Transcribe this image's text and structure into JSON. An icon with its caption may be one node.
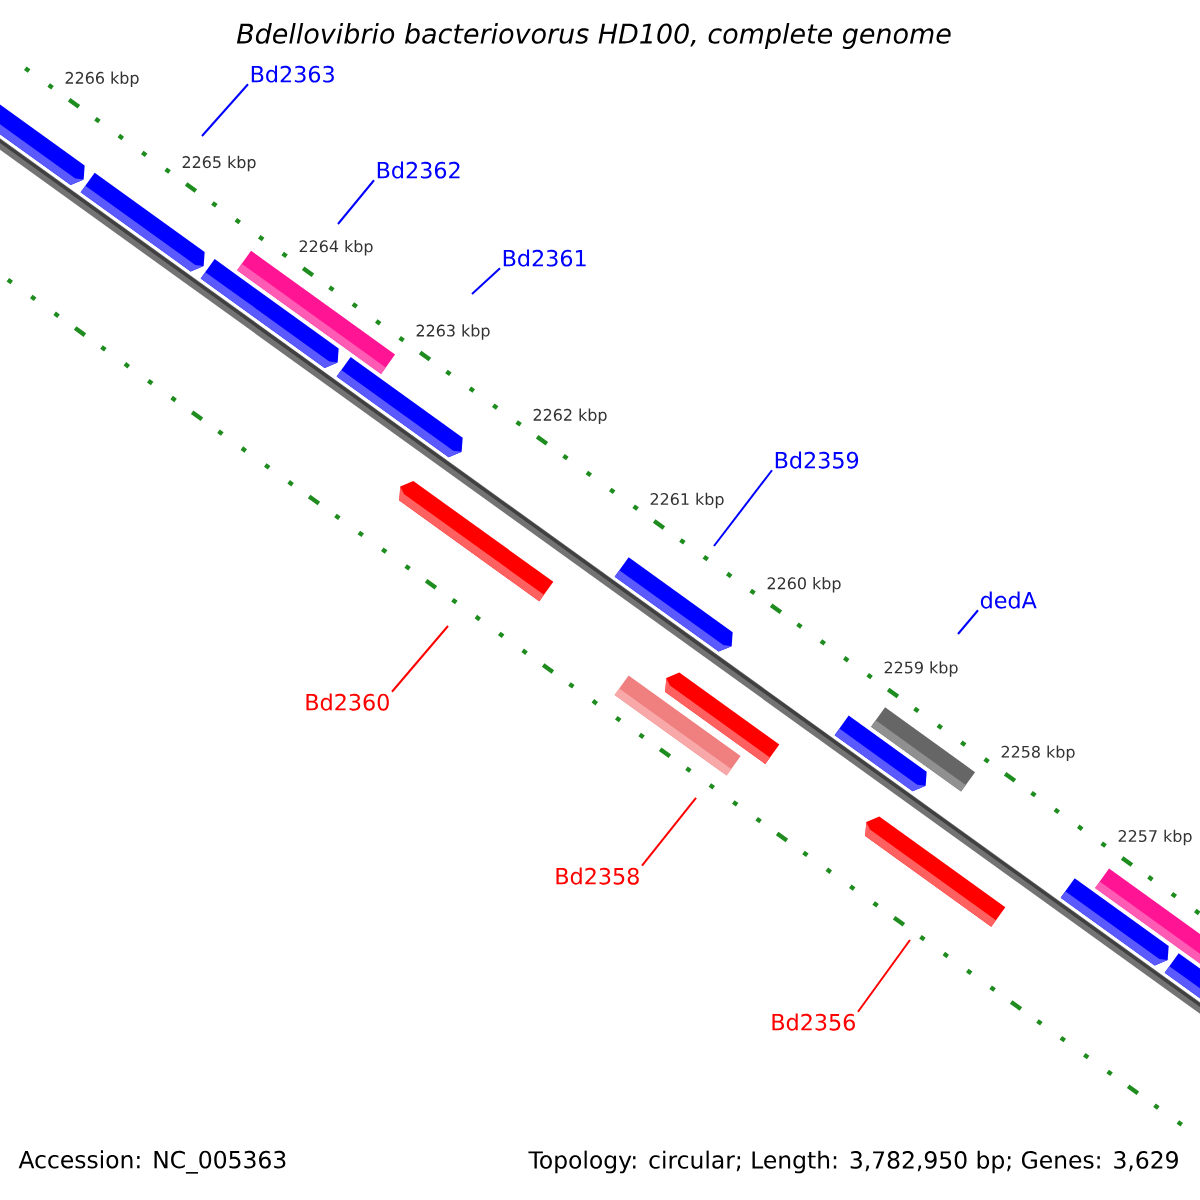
{
  "diagram": {
    "title": "Bdellovibrio bacteriovorus HD100, complete genome",
    "nodes": [
      {
        "text": [
          "Bd2363"
        ]
      },
      {
        "text": [
          "Bd2362"
        ]
      },
      {
        "text": [
          "Bd2361"
        ]
      },
      {
        "text": [
          "Bd2359"
        ]
      },
      {
        "text": [
          "dedA"
        ]
      },
      {
        "text": [
          "Bd2360"
        ]
      },
      {
        "text": [
          "Bd2358"
        ]
      },
      {
        "text": [
          "Bd2356"
        ]
      }
    ],
    "edges": [
      {
        "from": 0,
        "to": null,
        "arrow": "none"
      },
      {
        "from": 1,
        "to": null,
        "arrow": "none"
      },
      {
        "from": 2,
        "to": null,
        "arrow": "none"
      },
      {
        "from": 3,
        "to": null,
        "arrow": "none"
      },
      {
        "from": 4,
        "to": null,
        "arrow": "none"
      },
      {
        "from": 5,
        "to": null,
        "arrow": "none",
        "color": "#ff0000"
      },
      {
        "from": 6,
        "to": null,
        "arrow": "none",
        "color": "#ff0000"
      },
      {
        "from": 7,
        "to": null,
        "arrow": "none",
        "color": "#ff0000"
      }
    ],
    "labels": [
      "2266 kbp",
      "2265 kbp",
      "2264 kbp",
      "2263 kbp",
      "2262 kbp",
      "2261 kbp",
      "2260 kbp",
      "2259 kbp",
      "2258 kbp",
      "2257 kbp",
      "Accession: NC_005363",
      "Topology: circular; Length: 3,782,950 bp; Genes: 3,629"
    ]
  }
}
